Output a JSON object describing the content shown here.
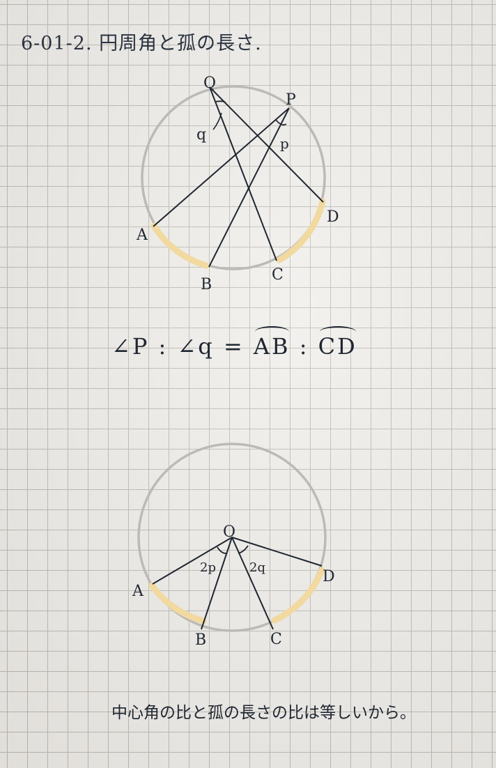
{
  "title": "6-01-2. 円周角と孤の長さ.",
  "figure1": {
    "points": {
      "Q": "Q",
      "P": "P",
      "A": "A",
      "B": "B",
      "C": "C",
      "D": "D"
    },
    "angle_q": "q",
    "angle_p": "p"
  },
  "formula": {
    "angle_p": "∠P",
    "colon1": ":",
    "angle_q": "∠q",
    "equals": "=",
    "arc_ab": "AB",
    "colon2": ":",
    "arc_cd": "CD"
  },
  "figure2": {
    "points": {
      "O": "O",
      "A": "A",
      "B": "B",
      "C": "C",
      "D": "D"
    },
    "angle_2p": "2p",
    "angle_2q": "2q"
  },
  "conclusion": "中心角の比と孤の長さの比は等しいから。",
  "colors": {
    "ink": "#1f2630",
    "highlight": "#f1d9a0",
    "circle": "#b9b7b3"
  }
}
